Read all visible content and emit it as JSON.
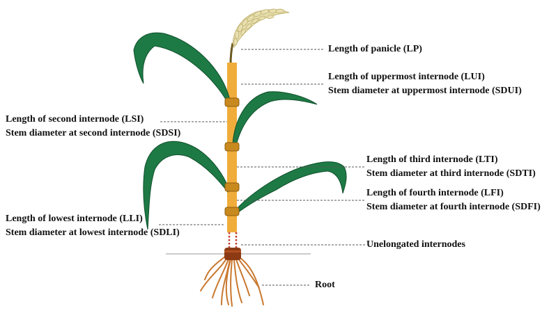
{
  "labels": {
    "panicle": "Length of panicle (LP)",
    "uppermost_length": "Length of uppermost internode (LUI)",
    "uppermost_diameter": "Stem diameter at uppermost internode (SDUI)",
    "second_length": "Length of second internode (LSI)",
    "second_diameter": "Stem diameter at second internode (SDSI)",
    "third_length": "Length of third internode (LTI)",
    "third_diameter": "Stem diameter at third internode (SDTI)",
    "fourth_length": "Length of fourth internode (LFI)",
    "fourth_diameter": "Stem diameter at fourth internode (SDFI)",
    "lowest_length": "Length of lowest internode (LLI)",
    "lowest_diameter": "Stem diameter at lowest internode (SDLI)",
    "unelongated": "Unelongated internodes",
    "root": "Root"
  },
  "colors": {
    "stem": "#f0ad3b",
    "node": "#c8891e",
    "leaf": "#1e7a45",
    "leaf_dark": "#0f4f2b",
    "root": "#c9782f",
    "base": "#8b3a14",
    "panicle": "#e8dfb0",
    "leader": "#555555"
  }
}
